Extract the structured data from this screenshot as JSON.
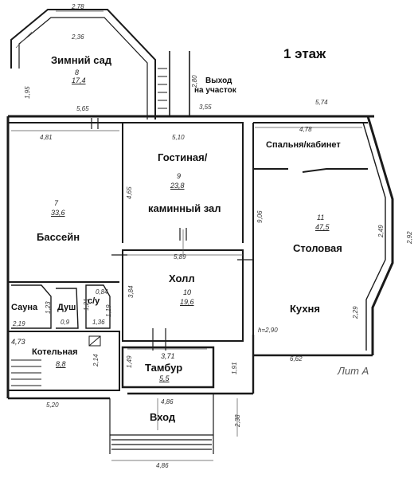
{
  "floor_title": "1 этаж",
  "lit_label": "Лит А",
  "exit_label": [
    "Выход",
    "на участок"
  ],
  "rooms": {
    "winter_garden": {
      "name": "Зимний сад",
      "number": "8",
      "area": "17,4"
    },
    "living": {
      "name": "Гостиная/",
      "name2": "каминный зал",
      "number": "9",
      "area": "23,8"
    },
    "bedroom": {
      "name": "Спальня/кабинет"
    },
    "dining": {
      "name": "Столовая",
      "name2": "Кухня",
      "number": "11",
      "area": "47,5"
    },
    "pool": {
      "name": "Бассейн",
      "number": "7",
      "area": "33,6"
    },
    "hall": {
      "name": "Холл",
      "number": "10",
      "area": "19,6"
    },
    "sauna": {
      "name": "Сауна"
    },
    "shower": {
      "name": "Душ"
    },
    "wc": {
      "name": "с/у"
    },
    "boiler": {
      "name": "Котельная",
      "number": "4,73",
      "area": "8,8"
    },
    "vestibule": {
      "name": "Тамбур",
      "number": "3,71",
      "area": "5,5"
    },
    "entrance": {
      "name": "Вход"
    }
  },
  "dims": {
    "d278": "2,78",
    "d236": "2,36",
    "d195": "1,95",
    "d280": "2,80",
    "d565": "5,65",
    "d355": "3,55",
    "d574": "5,74",
    "d510": "5,10",
    "d478": "4,78",
    "d481": "4,81",
    "d465": "4,65",
    "d906": "9,06",
    "d249": "2,49",
    "d292": "2,92",
    "d589": "5,89",
    "d384": "3,84",
    "d084": "0,84",
    "d121": "1,21",
    "d123": "1,23",
    "d09": "0,9",
    "d136": "1,36",
    "d119": "1,19",
    "d229": "2,29",
    "d290": "h=2,90",
    "d219": "2,19",
    "d214": "2,14",
    "d149": "1,49",
    "d191": "1,91",
    "d662": "6,62",
    "d520": "5,20",
    "d486a": "4,86",
    "d238": "2,38",
    "d486b": "4,86"
  }
}
